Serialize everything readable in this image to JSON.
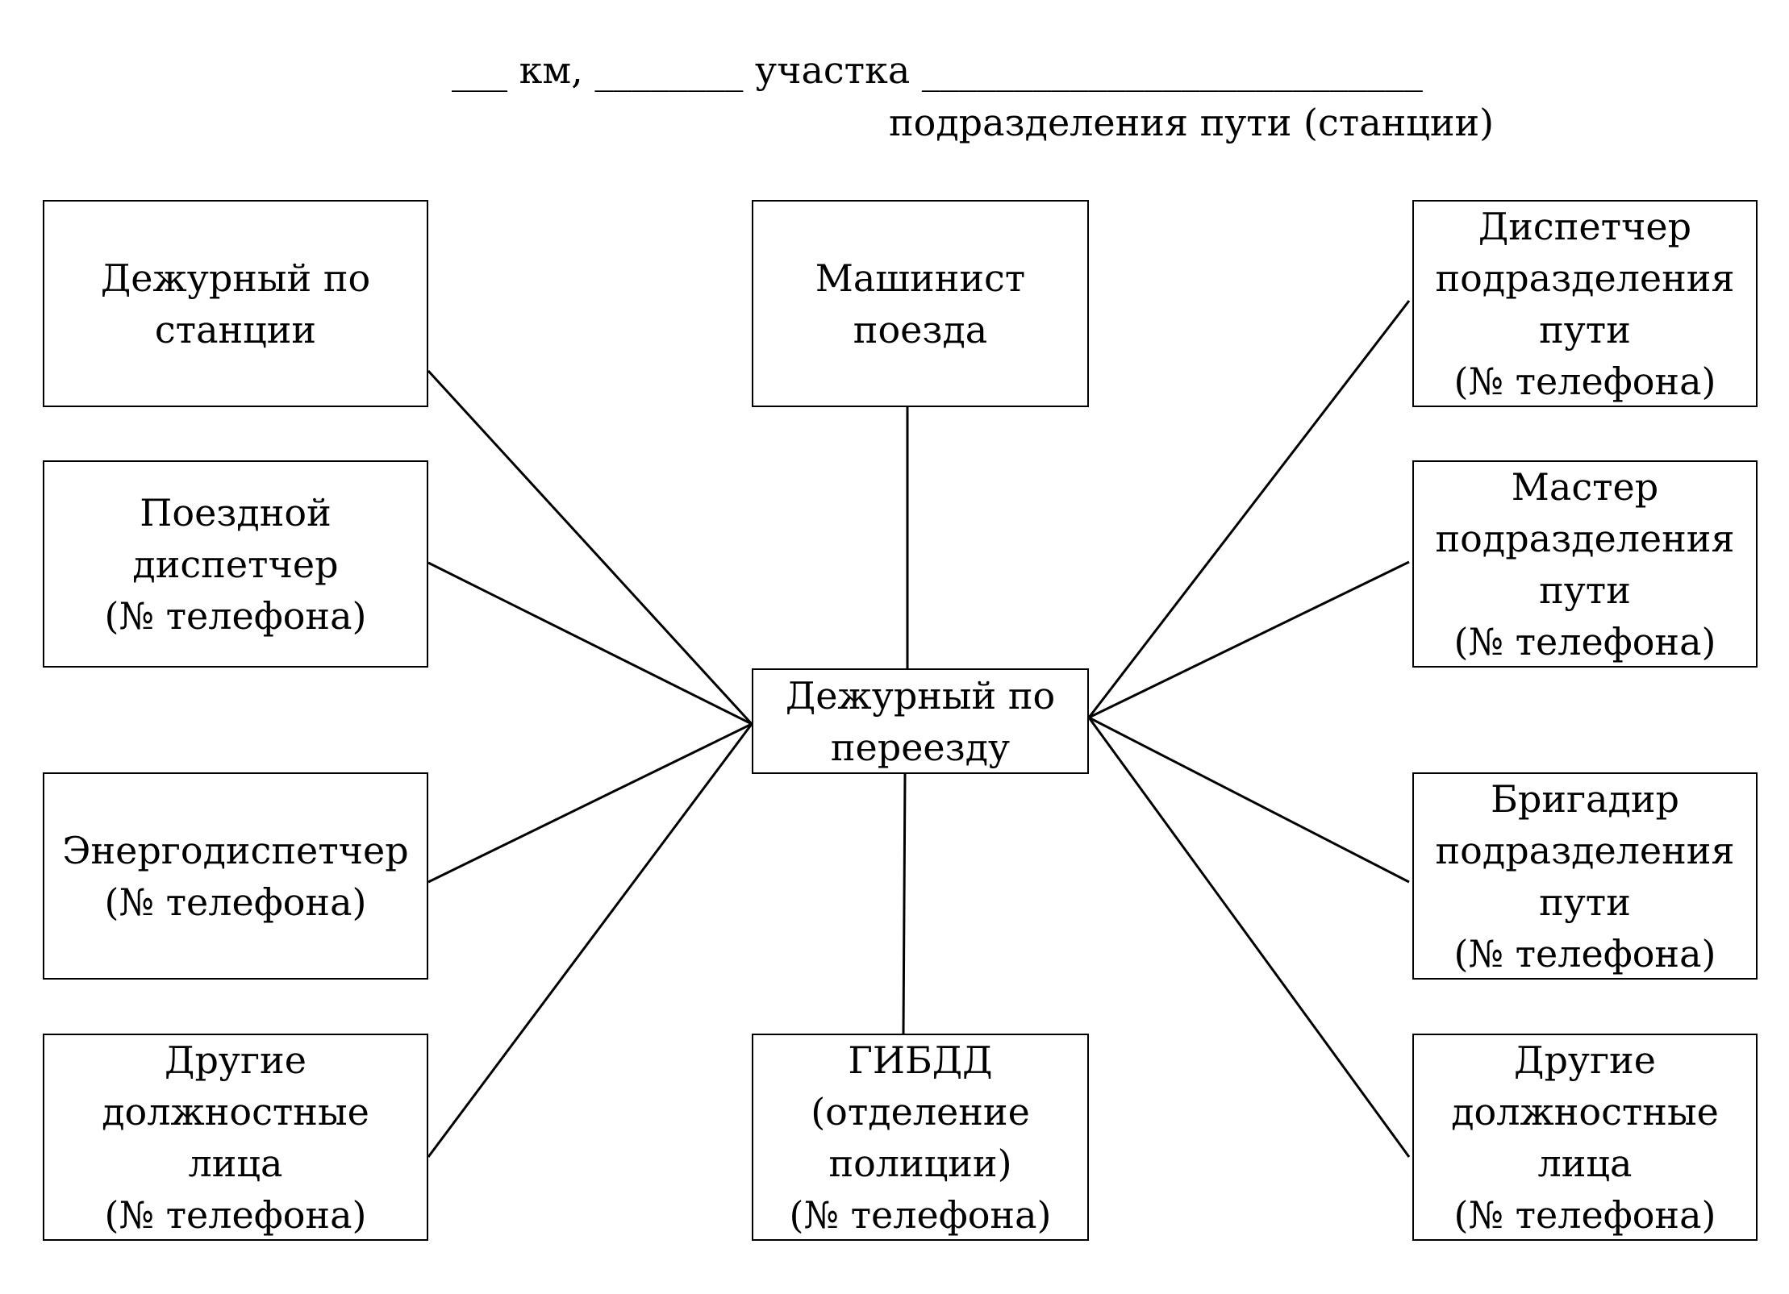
{
  "heading": {
    "line1": "___ км, ________ участка ___________________________",
    "line2": "подразделения пути (станции)"
  },
  "nodes": {
    "station_duty": {
      "line1": "Дежурный по",
      "line2": "станции"
    },
    "train_dispatcher": {
      "line1": "Поездной",
      "line2": "диспетчер",
      "line3": "(№ телефона)"
    },
    "energy_dispatcher": {
      "line1": "Энергодиспетчер",
      "line2": "(№ телефона)"
    },
    "other_left": {
      "line1": "Другие",
      "line2": "должностные",
      "line3": "лица",
      "line4": "(№ телефона)"
    },
    "train_driver": {
      "line1": "Машинист",
      "line2": "поезда"
    },
    "crossing_duty": {
      "line1": "Дежурный по",
      "line2": "переезду"
    },
    "traffic_police": {
      "line1": "ГИБДД",
      "line2": "(отделение",
      "line3": "полиции)",
      "line4": "(№ телефона)"
    },
    "track_dispatcher": {
      "line1": "Диспетчер",
      "line2": "подразделения",
      "line3": "пути",
      "line4": "(№ телефона)"
    },
    "track_master": {
      "line1": "Мастер",
      "line2": "подразделения",
      "line3": "пути",
      "line4": "(№ телефона)"
    },
    "track_foreman": {
      "line1": "Бригадир",
      "line2": "подразделения",
      "line3": "пути",
      "line4": "(№ телефона)"
    },
    "other_right": {
      "line1": "Другие",
      "line2": "должностные",
      "line3": "лица",
      "line4": "(№ телефона)"
    }
  }
}
